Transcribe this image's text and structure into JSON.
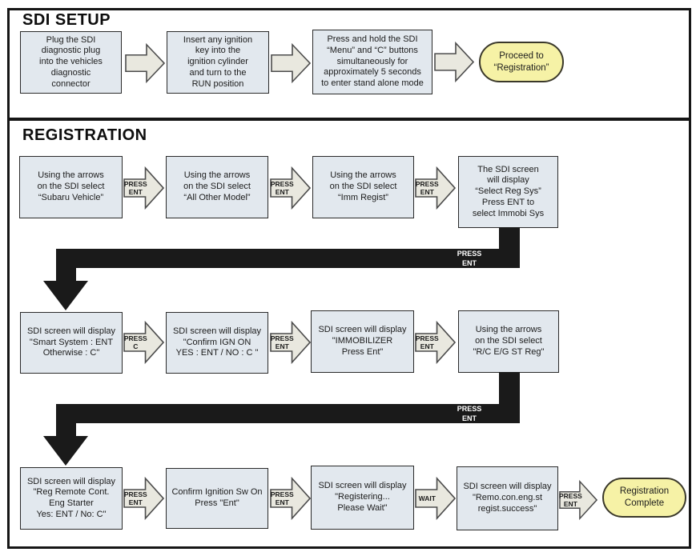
{
  "colors": {
    "box_fill": "#e2e8ee",
    "arrow_fill": "#e9e8df",
    "terminal_fill": "#f6f2a6",
    "connector": "#1a1a1a",
    "border": "#161616"
  },
  "setup": {
    "title": "SDI SETUP",
    "boxes": [
      "Plug the SDI\ndiagnostic plug\ninto the vehicles\ndiagnostic\nconnector",
      "Insert any ignition\nkey into the\nignition cylinder\nand turn to the\nRUN position",
      "Press and hold the SDI\n“Menu” and “C” buttons\nsimultaneously for\napproximately 5 seconds\nto enter stand alone mode"
    ],
    "terminal": "Proceed to\n“Registration”"
  },
  "registration": {
    "title": "REGISTRATION",
    "rows": [
      {
        "boxes": [
          "Using the arrows\non the SDI select\n“Subaru Vehicle”",
          "Using the arrows\non the SDI select\n“All Other Model”",
          "Using the arrows\non the SDI select\n“Imm Regist”",
          "The SDI screen\nwill display\n“Select Reg Sys”\nPress ENT to\nselect Immobi Sys"
        ],
        "arrows": [
          "PRESS\nENT",
          "PRESS\nENT",
          "PRESS\nENT"
        ]
      },
      {
        "boxes": [
          "SDI screen will display\n\"Smart System : ENT\nOtherwise : C\"",
          "SDI screen will display\n\"Confirm IGN ON\nYES : ENT / NO : C \"",
          "SDI screen will display\n\"IMMOBILIZER\nPress Ent\"",
          "Using the arrows\non the SDI select\n\"R/C E/G ST Reg\""
        ],
        "arrows": [
          "PRESS\nC",
          "PRESS\nENT",
          "PRESS\nENT"
        ]
      },
      {
        "boxes": [
          "SDI screen will display\n\"Reg Remote Cont.\nEng Starter\nYes: ENT / No: C\"",
          "Confirm Ignition Sw On\nPress \"Ent\"",
          "SDI screen will display\n\"Registering...\nPlease Wait\"",
          "SDI screen will display\n\"Remo.con.eng.st\nregist.success\""
        ],
        "arrows": [
          "PRESS\nENT",
          "PRESS\nENT",
          "WAIT",
          "PRESS\nENT"
        ]
      }
    ],
    "connectors": [
      "PRESS\nENT",
      "PRESS\nENT"
    ],
    "terminal": "Registration\nComplete"
  }
}
